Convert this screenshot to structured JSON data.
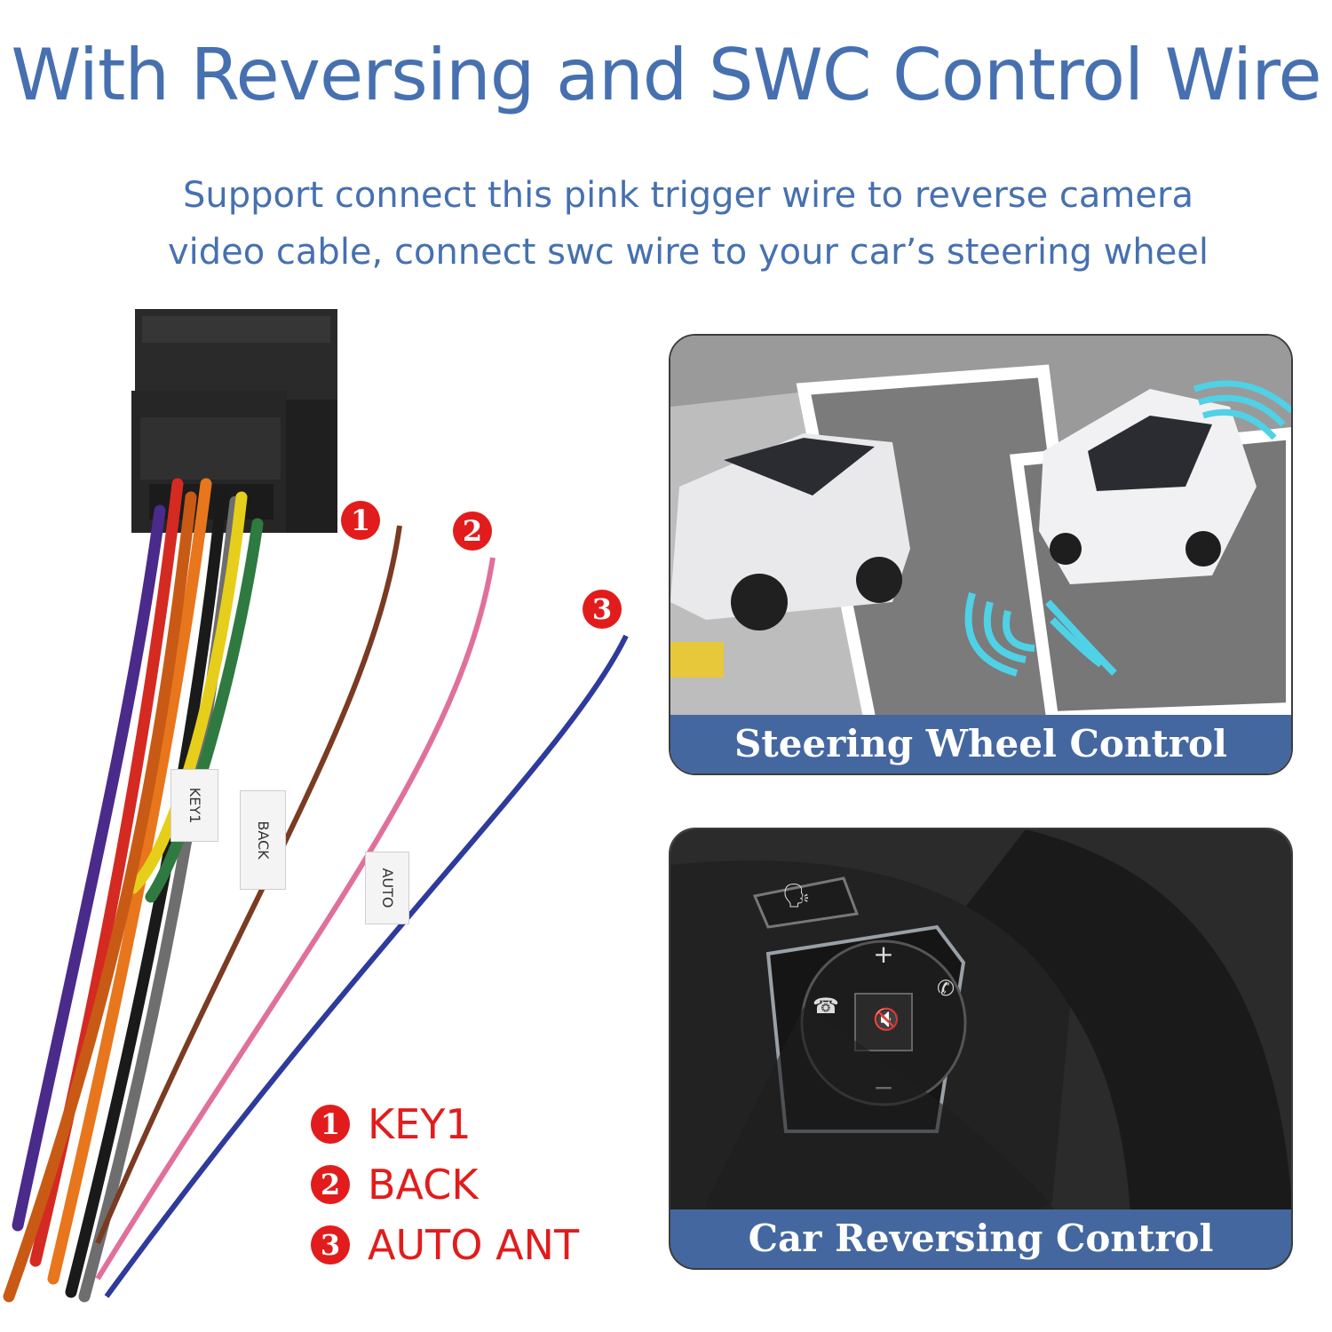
{
  "header": {
    "title": "With Reversing and SWC Control Wire",
    "subtitle_line1": "Support connect this pink trigger wire to reverse camera",
    "subtitle_line2": "video cable, connect swc wire to your car’s steering wheel"
  },
  "wire_markers": [
    {
      "number": "1"
    },
    {
      "number": "2"
    },
    {
      "number": "3"
    }
  ],
  "wire_tags": {
    "key1": "KEY1",
    "back": "BACK",
    "auto": "AUTO"
  },
  "legend": [
    {
      "number": "1",
      "label": "KEY1"
    },
    {
      "number": "2",
      "label": "BACK"
    },
    {
      "number": "3",
      "label": "AUTO  ANT"
    }
  ],
  "panels": {
    "top_caption": "Steering Wheel Control",
    "bottom_caption": "Car Reversing Control"
  },
  "colors": {
    "accent_blue": "#4670b0",
    "band_blue": "#44679f",
    "marker_red": "#e21c1c",
    "wire_brown": "#7a3b22",
    "wire_pink": "#e0709a",
    "wire_blue": "#2e3a9c"
  }
}
